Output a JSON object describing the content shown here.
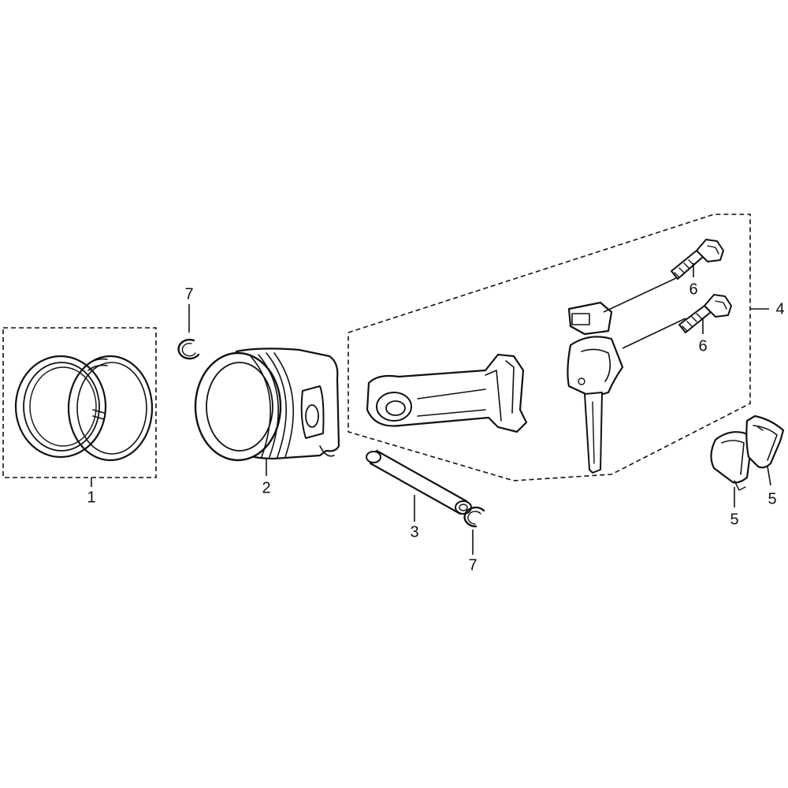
{
  "callouts": {
    "piston_ring_set": "1",
    "piston": "2",
    "piston_pin": "3",
    "connecting_rod_assembly": "4",
    "bearing_upper": "5",
    "bearing_lower": "5",
    "rod_bolt_upper": "6",
    "rod_bolt_lower": "6",
    "pin_clip_upper": "7",
    "pin_clip_lower": "7"
  },
  "colors": {
    "ink": "#111111",
    "background": "#ffffff"
  }
}
